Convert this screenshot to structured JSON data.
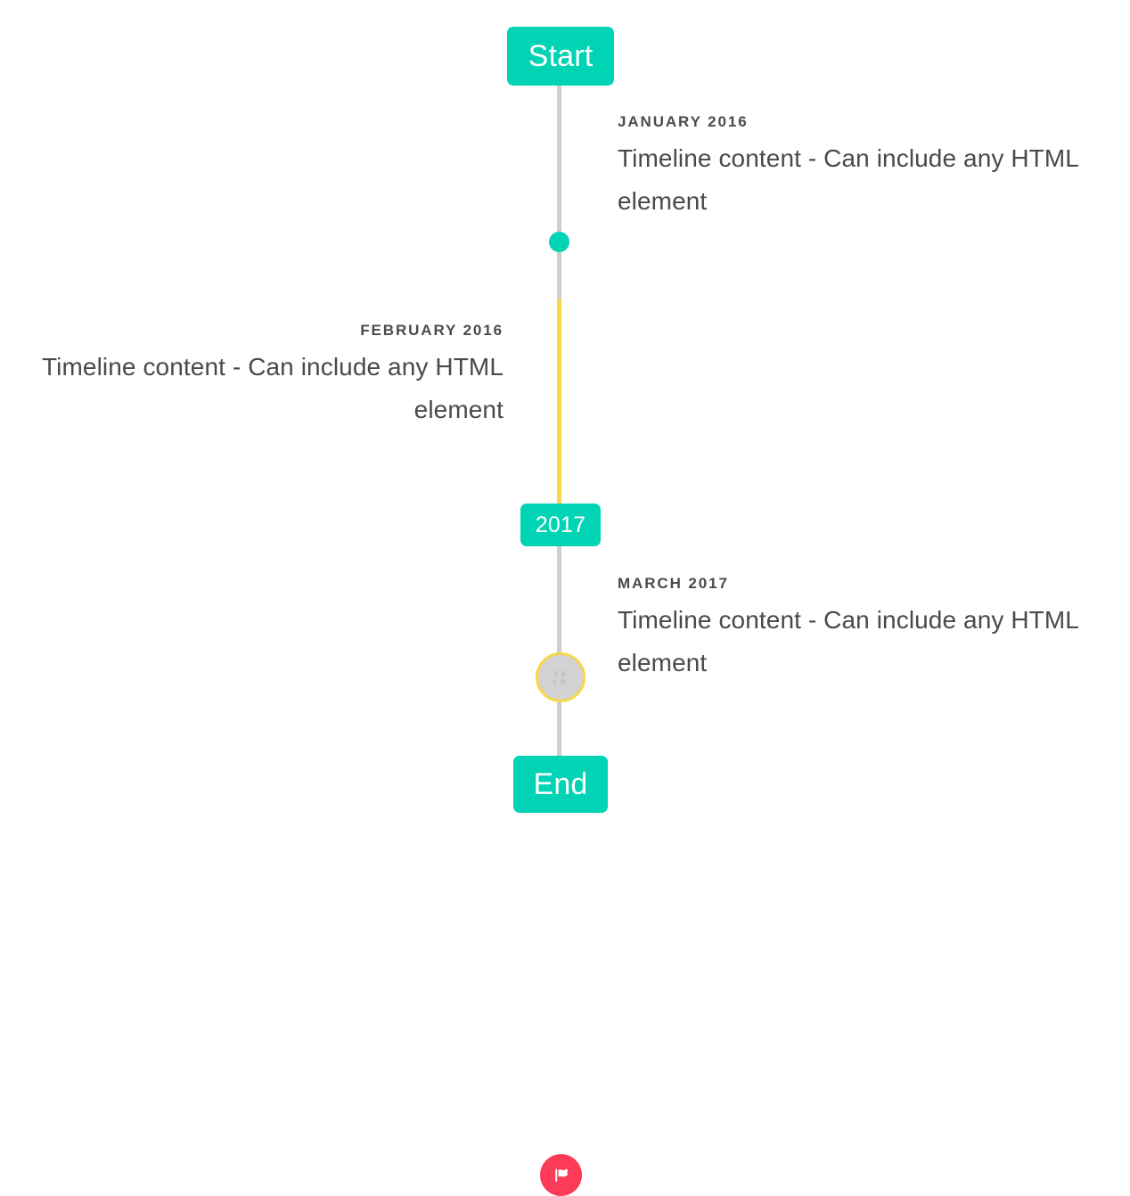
{
  "timeline": {
    "start_badge": {
      "label": "Start"
    },
    "year_badge": {
      "label": "2017"
    },
    "end_badge": {
      "label": "End"
    },
    "events": [
      {
        "date": "JANUARY 2016",
        "text": "Timeline content - Can include any HTML element",
        "side": "right",
        "marker": "dot-icon",
        "marker_color": "#00d4b4"
      },
      {
        "date": "FEBRUARY 2016",
        "text": "Timeline content - Can include any HTML element",
        "side": "left",
        "marker": "image-placeholder-icon",
        "marker_color": "#d2d2d2",
        "marker_ring_color": "#f7d64a"
      },
      {
        "date": "MARCH 2017",
        "text": "Timeline content - Can include any HTML element",
        "side": "right",
        "marker": "flag-icon",
        "marker_color": "#fb3b58"
      }
    ],
    "colors": {
      "accent": "#00d4b4",
      "line": "#cfcfcf",
      "line_highlight": "#f7d64a",
      "flag_marker": "#fb3b58",
      "text": "#4a4a4a",
      "background": "#ffffff"
    }
  }
}
